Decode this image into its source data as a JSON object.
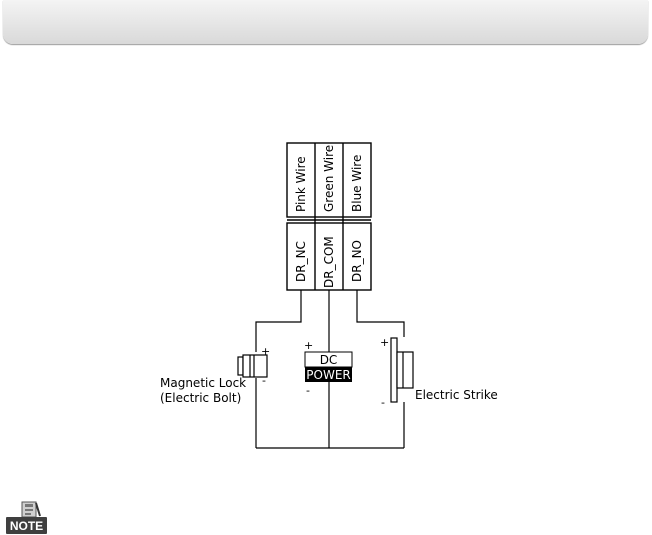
{
  "diagram": {
    "wire_labels": [
      "Pink Wire",
      "Green Wire",
      "Blue Wire"
    ],
    "terminal_labels": [
      "DR_NC",
      "DR_COM",
      "DR_NO"
    ],
    "magnetic_lock": {
      "line1": "Magnetic Lock",
      "line2": "(Electric Bolt)",
      "plus": "+",
      "minus": "-"
    },
    "dc_power": {
      "top": "DC",
      "bottom": "POWER",
      "plus": "+",
      "minus": "-"
    },
    "electric_strike": {
      "label": "Electric Strike",
      "plus": "+",
      "minus": "-"
    }
  },
  "note": {
    "label": "NOTE",
    "icon": "note-icon"
  }
}
